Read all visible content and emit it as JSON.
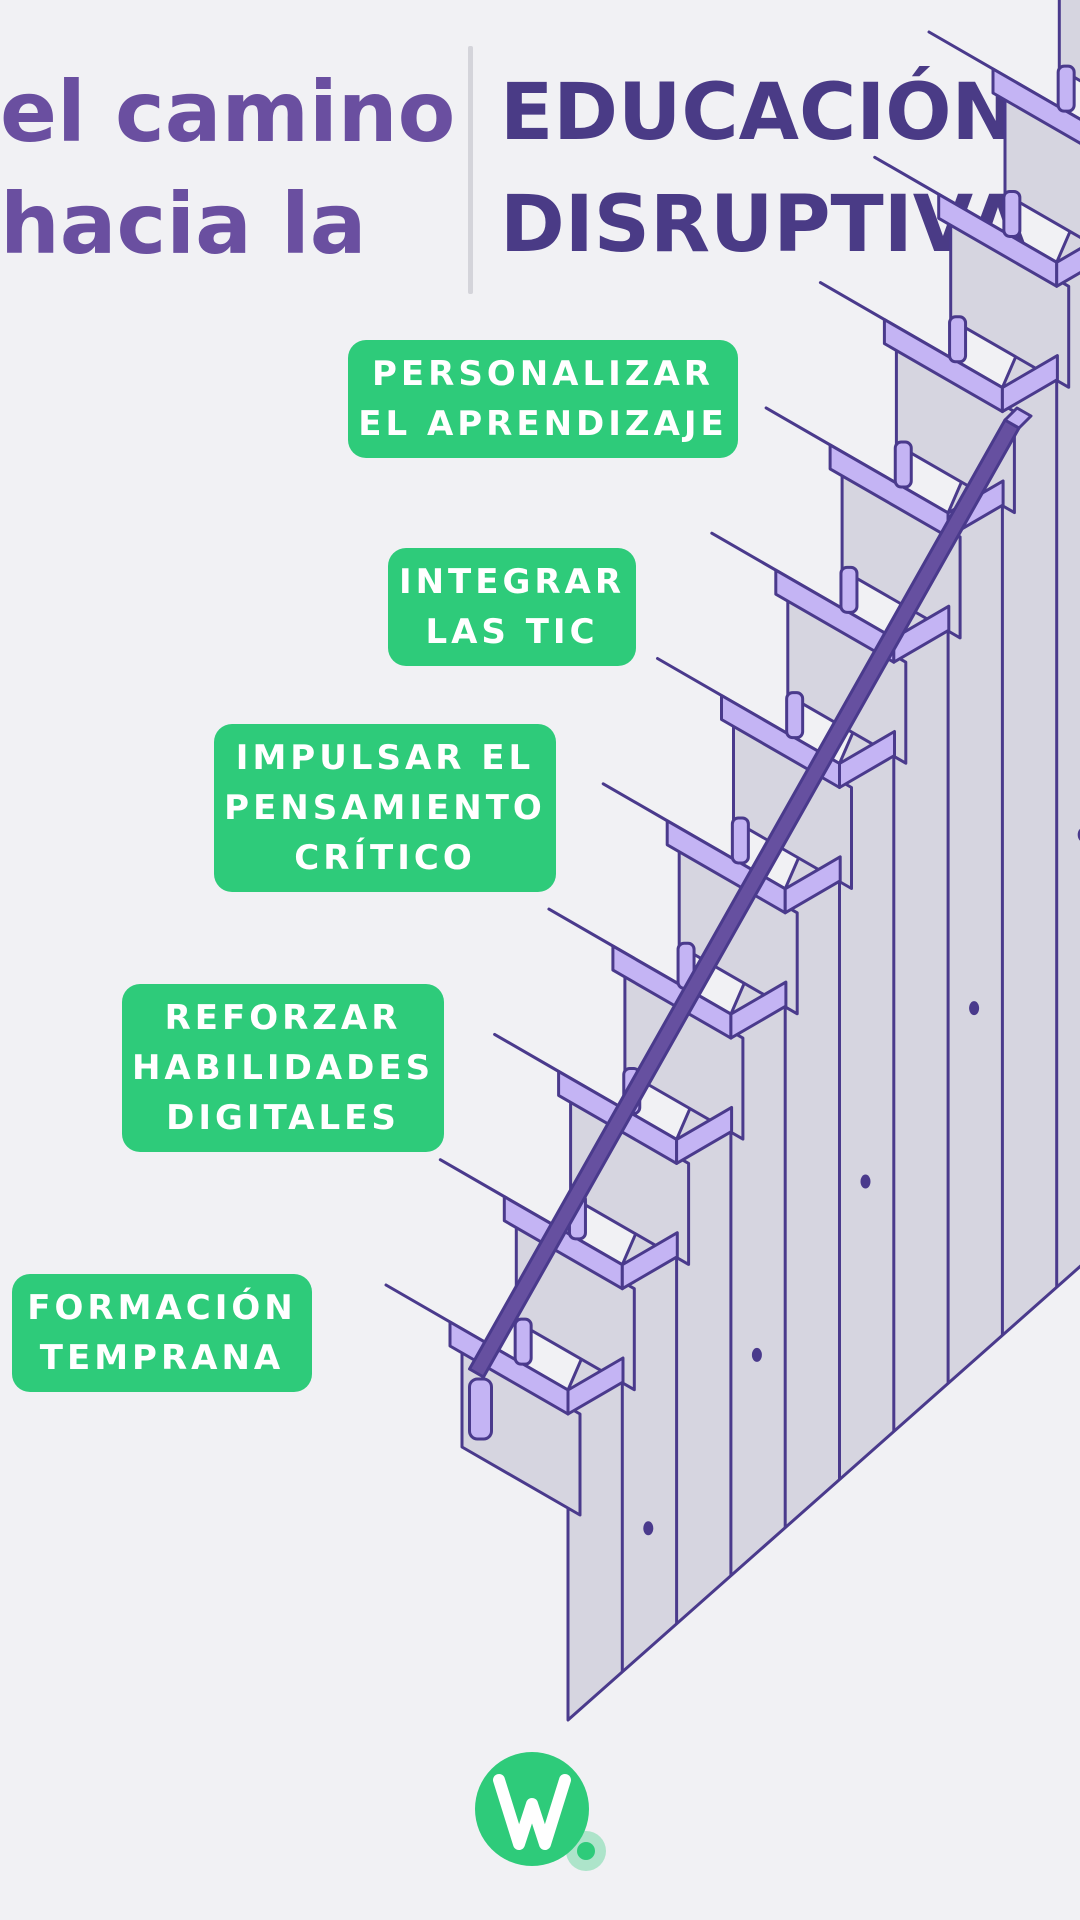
{
  "title": {
    "left_line1": "el camino",
    "left_line2": "hacia la",
    "right_line1": "EDUCACIÓN",
    "right_line2": "DISRUPTIVA"
  },
  "steps": [
    {
      "lines": [
        "PERSONALIZAR",
        "EL APRENDIZAJE"
      ]
    },
    {
      "lines": [
        "INTEGRAR",
        "LAS TIC"
      ]
    },
    {
      "lines": [
        "IMPULSAR EL",
        "PENSAMIENTO",
        "CRÍTICO"
      ]
    },
    {
      "lines": [
        "REFORZAR",
        "HABILIDADES",
        "DIGITALES"
      ]
    },
    {
      "lines": [
        "FORMACIÓN",
        "TEMPRANA"
      ]
    }
  ],
  "logo": {
    "icon": "w-logo-icon",
    "letter": "W"
  },
  "colors": {
    "background": "#f1f1f4",
    "tread": "#6650a0",
    "nosing": "#c4b4f4",
    "riser": "#d6d5e0",
    "outline": "#4a3a8c",
    "label": "#2ecb7a",
    "title_left": "#6a4fa0",
    "title_right": "#4a3b86"
  }
}
